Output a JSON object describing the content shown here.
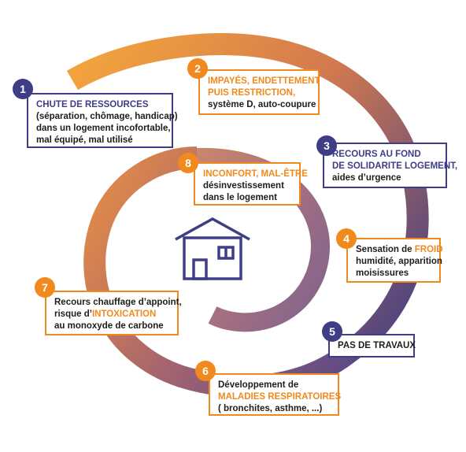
{
  "colors": {
    "navy": "#3f3d86",
    "orange": "#f08a1e",
    "text": "#1d1d1b"
  },
  "icon": "house-icon",
  "steps": [
    {
      "number": "1",
      "color": "navy",
      "lines": [
        [
          {
            "t": "CHUTE DE RESSOURCES",
            "h": true
          }
        ],
        [
          {
            "t": "(séparation, chômage, handicap)"
          }
        ],
        [
          {
            "t": "dans un logement incofortable,"
          }
        ],
        [
          {
            "t": "mal équipé, mal utilisé"
          }
        ]
      ]
    },
    {
      "number": "2",
      "color": "orange",
      "lines": [
        [
          {
            "t": "IMPAYÉS, ENDETTEMENT",
            "h": true
          }
        ],
        [
          {
            "t": "PUIS RESTRICTION,",
            "h": true
          }
        ],
        [
          {
            "t": "système D, auto-coupure"
          }
        ]
      ]
    },
    {
      "number": "3",
      "color": "navy",
      "lines": [
        [
          {
            "t": "RECOURS AU FOND",
            "h": true
          }
        ],
        [
          {
            "t": "DE SOLIDARITE LOGEMENT,",
            "h": true
          }
        ],
        [
          {
            "t": "aides d’urgence"
          }
        ]
      ]
    },
    {
      "number": "4",
      "color": "orange",
      "lines": [
        [
          {
            "t": "Sensation de "
          },
          {
            "t": "FROID",
            "h": true
          }
        ],
        [
          {
            "t": "humidité, apparition"
          }
        ],
        [
          {
            "t": "moisissures"
          }
        ]
      ]
    },
    {
      "number": "5",
      "color": "navy",
      "lines": [
        [
          {
            "t": "PAS DE TRAVAUX"
          }
        ]
      ]
    },
    {
      "number": "6",
      "color": "orange",
      "lines": [
        [
          {
            "t": "Développement de"
          }
        ],
        [
          {
            "t": "MALADIES RESPIRATOIRES",
            "h": true
          }
        ],
        [
          {
            "t": "( bronchites, asthme, ...)"
          }
        ]
      ]
    },
    {
      "number": "7",
      "color": "orange",
      "lines": [
        [
          {
            "t": "Recours chauffage d’appoint,"
          }
        ],
        [
          {
            "t": "risque d’"
          },
          {
            "t": "INTOXICATION",
            "h": true
          }
        ],
        [
          {
            "t": "au monoxyde de carbone"
          }
        ]
      ]
    },
    {
      "number": "8",
      "color": "orange",
      "lines": [
        [
          {
            "t": "INCONFORT, MAL-ÊTRE",
            "h": true
          }
        ],
        [
          {
            "t": "désinvestissement"
          }
        ],
        [
          {
            "t": "dans le logement"
          }
        ]
      ]
    }
  ]
}
